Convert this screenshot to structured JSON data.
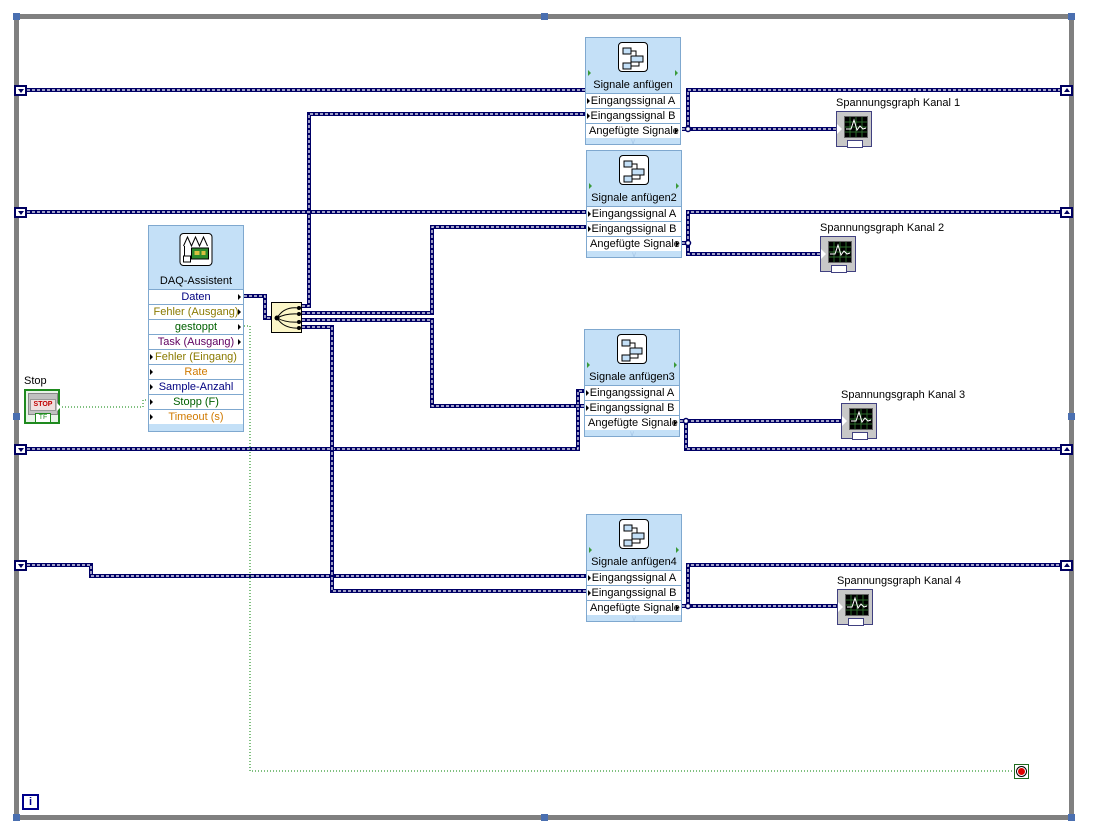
{
  "daq_assistant": {
    "title": "DAQ-Assistent",
    "terminals": [
      {
        "label": "Daten",
        "color": "#000080",
        "dir": "out"
      },
      {
        "label": "Fehler (Ausgang)",
        "color": "#8a7a00",
        "dir": "out"
      },
      {
        "label": "gestoppt",
        "color": "#006000",
        "dir": "out"
      },
      {
        "label": "Task (Ausgang)",
        "color": "#600060",
        "dir": "out"
      },
      {
        "label": "Fehler (Eingang)",
        "color": "#8a7a00",
        "dir": "in"
      },
      {
        "label": "Rate",
        "color": "#d07a00",
        "dir": "in"
      },
      {
        "label": "Sample-Anzahl",
        "color": "#000080",
        "dir": "in"
      },
      {
        "label": "Stopp (F)",
        "color": "#006000",
        "dir": "in"
      },
      {
        "label": "Timeout (s)",
        "color": "#d07a00",
        "dir": "in"
      }
    ]
  },
  "stop_control": {
    "label": "Stop",
    "button_text": "STOP",
    "type_text": "TF"
  },
  "append_nodes": [
    {
      "title": "Signale anfügen",
      "in_a": "Eingangssignal A",
      "in_b": "Eingangssignal B",
      "out": "Angefügte Signale"
    },
    {
      "title": "Signale anfügen2",
      "in_a": "Eingangssignal A",
      "in_b": "Eingangssignal B",
      "out": "Angefügte Signale"
    },
    {
      "title": "Signale anfügen3",
      "in_a": "Eingangssignal A",
      "in_b": "Eingangssignal B",
      "out": "Angefügte Signale"
    },
    {
      "title": "Signale anfügen4",
      "in_a": "Eingangssignal A",
      "in_b": "Eingangssignal B",
      "out": "Angefügte Signale"
    }
  ],
  "graphs": [
    {
      "label": "Spannungsgraph Kanal 1"
    },
    {
      "label": "Spannungsgraph Kanal 2"
    },
    {
      "label": "Spannungsgraph Kanal  3"
    },
    {
      "label": "Spannungsgraph Kanal  4"
    }
  ],
  "iteration_terminal": {
    "glyph": "i"
  },
  "colors": {
    "wire_dynamic": "#000066",
    "wire_boolean": "#008000",
    "loop_border": "#808080",
    "node_bg": "#c4e0f7"
  }
}
